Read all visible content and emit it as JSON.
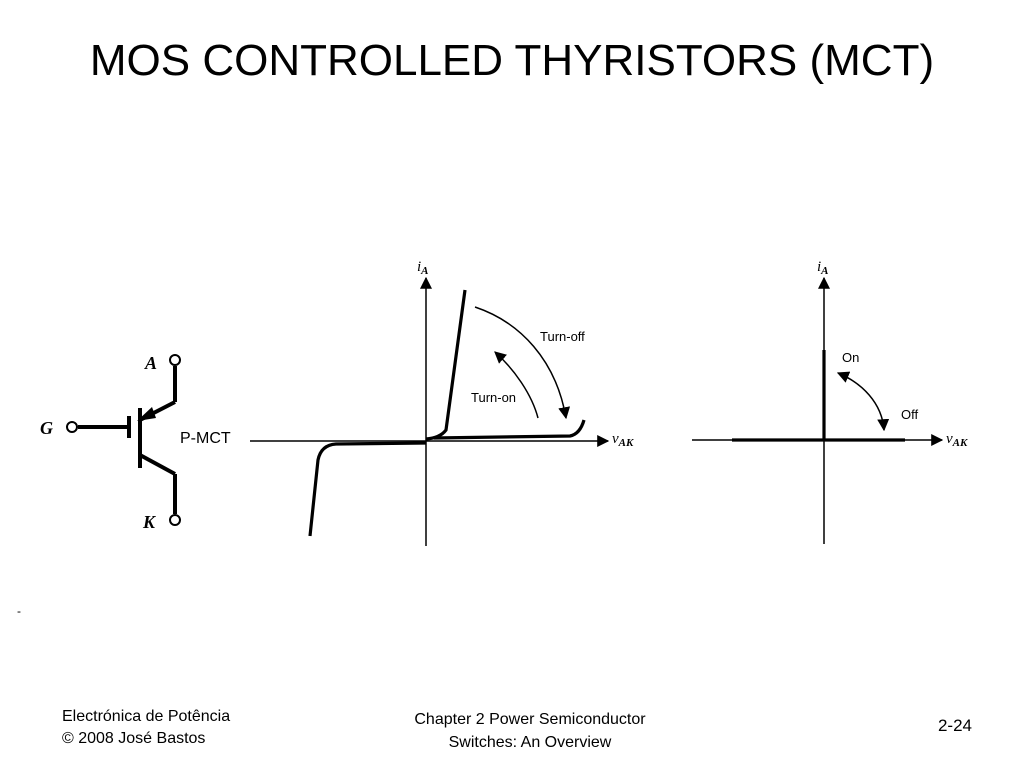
{
  "slide": {
    "title": "MOS CONTROLLED THYRISTORS (MCT)"
  },
  "symbol": {
    "anode_label": "A",
    "gate_label": "G",
    "cathode_label": "K",
    "device_label": "P-MCT"
  },
  "vi_characteristic": {
    "y_axis_var": "i",
    "y_axis_sub": "A",
    "x_axis_var": "v",
    "x_axis_sub": "AK",
    "turn_off_label": "Turn-off",
    "turn_on_label": "Turn-on"
  },
  "idealized_characteristic": {
    "y_axis_var": "i",
    "y_axis_sub": "A",
    "x_axis_var": "v",
    "x_axis_sub": "AK",
    "on_label": "On",
    "off_label": "Off"
  },
  "footer": {
    "left_line1": "Electrónica de Potência",
    "left_line2": "© 2008 José Bastos",
    "center_line1": "Chapter 2 Power Semiconductor",
    "center_line2": "Switches: An Overview",
    "page_number": "2-24"
  },
  "stray_mark": "-"
}
